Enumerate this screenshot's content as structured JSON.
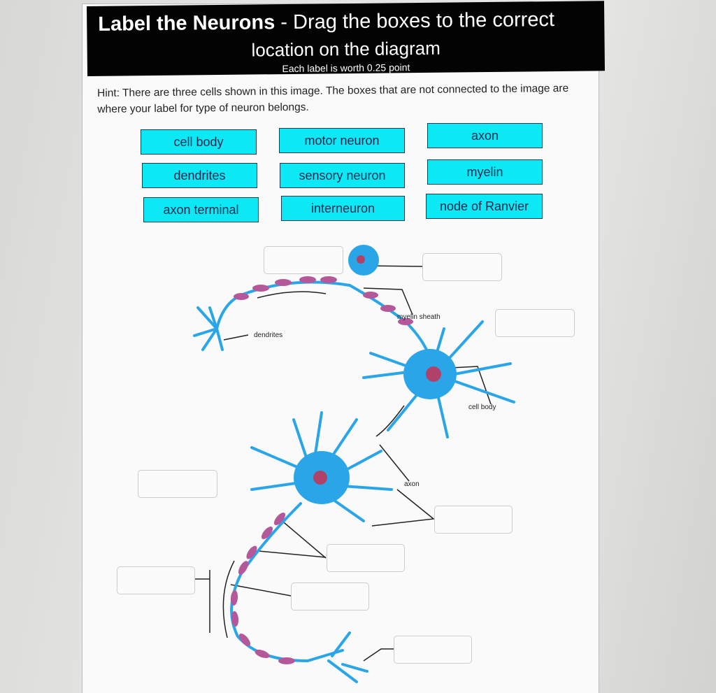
{
  "header": {
    "title_bold": "Label the Neurons",
    "title_rest": " - Drag the boxes to the correct",
    "title_line2": "location on the diagram",
    "subtitle": "Each label is worth 0.25 point"
  },
  "hint": "Hint: There are three cells shown in this image. The boxes that are not connected to the image are where your label for type of neuron belongs.",
  "labels": [
    "cell body",
    "motor neuron",
    "axon",
    "dendrites",
    "sensory neuron",
    "myelin",
    "axon terminal",
    "interneuron",
    "node of Ranvier"
  ],
  "diagram_text": {
    "dendrites": "dendrites",
    "myelin_sheath": "myelin sheath",
    "cell_body": "cell body",
    "axon": "axon"
  },
  "colors": {
    "label_bg": "#0ce9f5",
    "header_bg": "#030303",
    "neuron_blue": "#2aa6e8",
    "nucleus": "#b0426a",
    "myelin": "#b4589a"
  }
}
